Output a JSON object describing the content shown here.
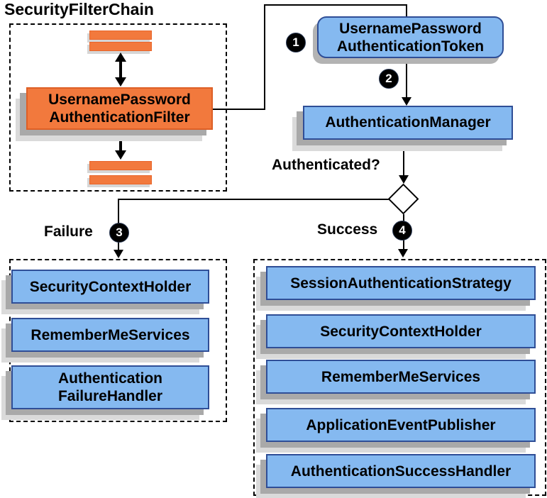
{
  "diagram": {
    "title": "SecurityFilterChain",
    "filter_box": "UsernamePassword\nAuthenticationFilter",
    "token_box": "UsernamePassword\nAuthenticationToken",
    "manager_box": "AuthenticationManager",
    "authenticated_label": "Authenticated?",
    "failure_label": "Failure",
    "success_label": "Success",
    "steps": {
      "one": "1",
      "two": "2",
      "three": "3",
      "four": "4"
    },
    "failure_items": [
      "SecurityContextHolder",
      "RememberMeServices",
      "Authentication\nFailureHandler"
    ],
    "success_items": [
      "SessionAuthenticationStrategy",
      "SecurityContextHolder",
      "RememberMeServices",
      "ApplicationEventPublisher",
      "AuthenticationSuccessHandler"
    ],
    "colors": {
      "orange_fill": "#F2793D",
      "orange_border": "#DD5F26",
      "blue_fill": "#85B9F0",
      "blue_border": "#2F4E96",
      "shadow_dark": "#A9A9A9",
      "shadow_light": "#DADADA",
      "line": "#000000"
    }
  }
}
